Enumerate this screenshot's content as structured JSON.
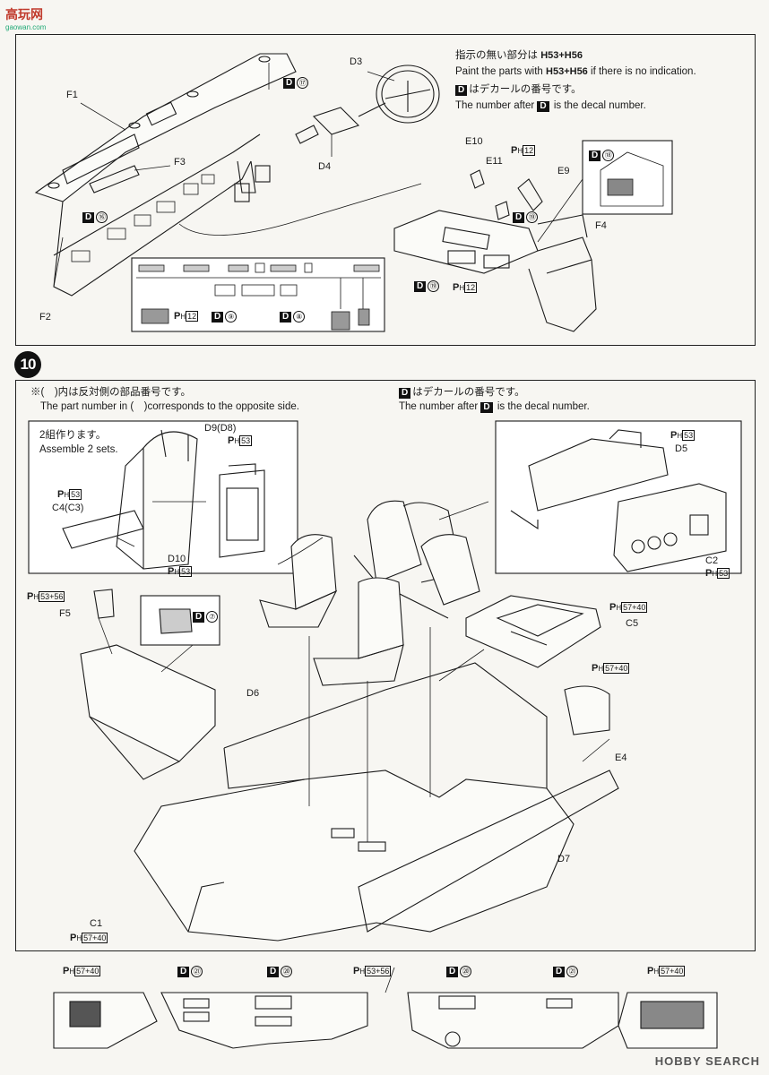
{
  "logo": {
    "text": "高玩网",
    "url": "gaowan.com"
  },
  "watermark": "HOBBY SEARCH",
  "step": "10",
  "top": {
    "note_jp": "指示の無い部分は",
    "note_en": "Paint the parts with",
    "note_en2": "if there is no indication.",
    "note_codes": "H53+H56",
    "decal_jp": "はデカールの番号です。",
    "decal_en1": "The number after",
    "decal_en2": "is the decal number.",
    "labels": {
      "F1": "F1",
      "F2": "F2",
      "F3": "F3",
      "F4": "F4",
      "D3": "D3",
      "D4": "D4",
      "E9": "E9",
      "E10": "E10",
      "E11": "E11"
    },
    "decals": {
      "d17": "⑰",
      "d16": "⑯",
      "d18": "⑱",
      "d19a": "⑲",
      "d19b": "⑲",
      "d9": "⑨",
      "d8": "⑧"
    },
    "paint": {
      "p12a": "12",
      "p12b": "12",
      "p12c": "12"
    }
  },
  "bottom": {
    "note_jp": "※(　)内は反対側の部品番号です。",
    "note_en": "The part number in (　)corresponds to the opposite side.",
    "decal_jp": "はデカールの番号です。",
    "decal_en1": "The number after",
    "decal_en2": "is the decal number.",
    "assemble_jp": "2組作ります。",
    "assemble_en": "Assemble 2 sets.",
    "labels": {
      "D9": "D9(D8)",
      "D10": "D10",
      "C4": "C4(C3)",
      "D5": "D5",
      "C2": "C2",
      "F5": "F5",
      "C5": "C5",
      "D6": "D6",
      "E4": "E4",
      "D7": "D7",
      "C1": "C1"
    },
    "paint": {
      "p53a": "53",
      "p53b": "53",
      "p53c": "53",
      "p53d": "53",
      "p53e": "53",
      "f5": "53+56",
      "c5": "57+40",
      "e4": "57+40",
      "c1": "57+40",
      "s1": "57+40",
      "s2": "53+56",
      "s3": "57+40"
    },
    "decals": {
      "d7": "⑦",
      "d21a": "㉑",
      "d20a": "⑳",
      "d20b": "⑳",
      "d21b": "㉑"
    }
  },
  "colors": {
    "ink": "#1a1a1a",
    "paper": "#f7f6f2",
    "panel": "#e8e6e0"
  }
}
